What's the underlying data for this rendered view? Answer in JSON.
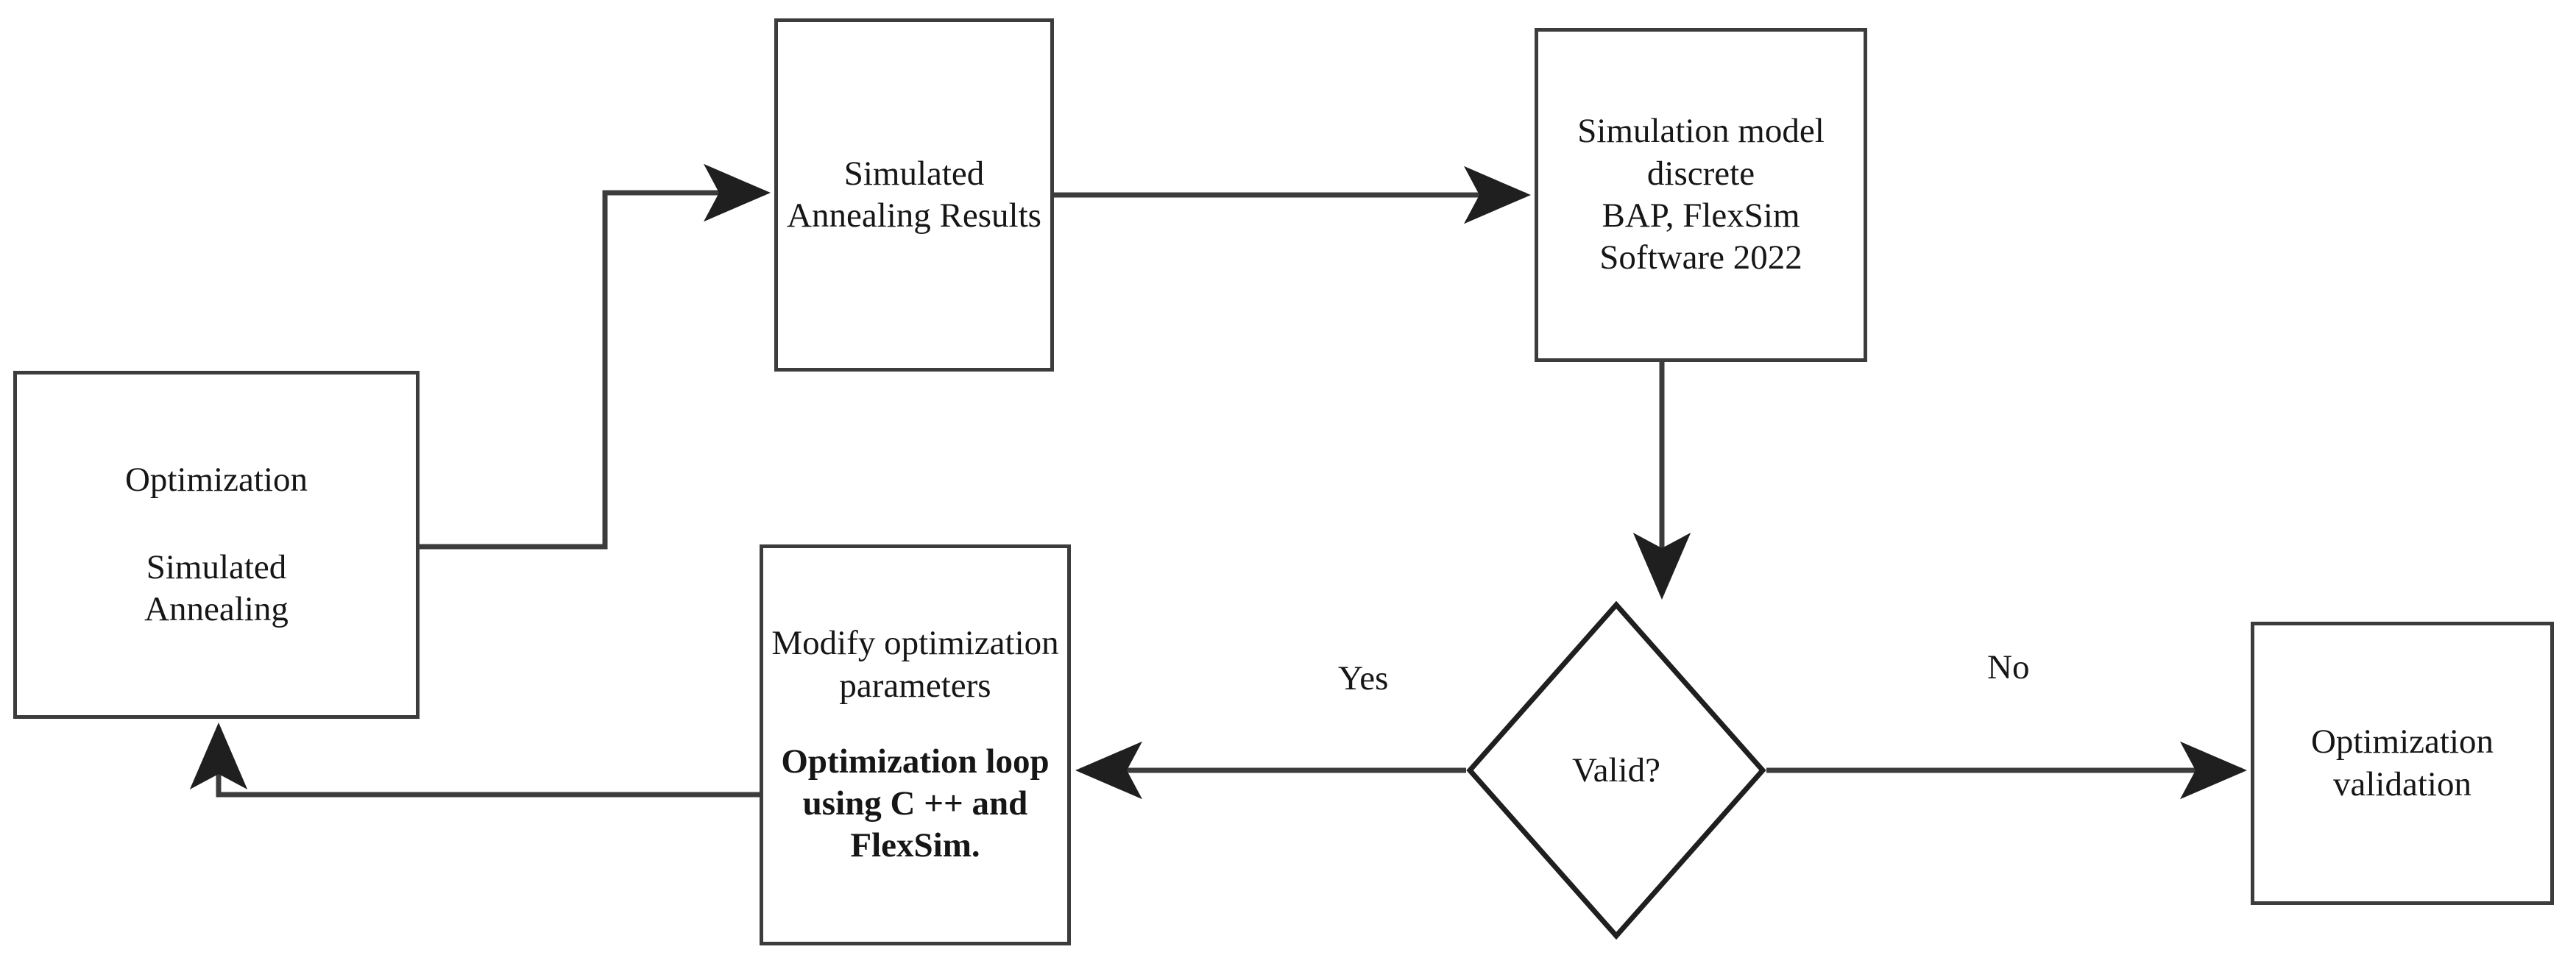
{
  "diagram": {
    "type": "flowchart",
    "title": "Optimization and simulation loop flowchart",
    "colors": {
      "node_border": "#3c3c3c",
      "node_fill": "#ffffff",
      "connector": "#3c3c3c",
      "text": "#161616"
    },
    "nodes": [
      {
        "id": "optimization",
        "shape": "rectangle",
        "line1": "Optimization",
        "line2": "Simulated\nAnnealing"
      },
      {
        "id": "sa-results",
        "shape": "rectangle",
        "text": "Simulated\nAnnealing Results"
      },
      {
        "id": "sim-model",
        "shape": "rectangle",
        "text": "Simulation model\ndiscrete\nBAP, FlexSim\nSoftware 2022"
      },
      {
        "id": "modify-params",
        "shape": "rectangle",
        "line1": "Modify optimization\nparameters",
        "line2": "Optimization loop\nusing C ++ and\nFlexSim."
      },
      {
        "id": "valid",
        "shape": "diamond",
        "text": "Valid?"
      },
      {
        "id": "opt-validation",
        "shape": "rectangle",
        "text": "Optimization\nvalidation"
      }
    ],
    "edges": [
      {
        "id": "e1",
        "from": "optimization",
        "to": "sa-results",
        "label": ""
      },
      {
        "id": "e2",
        "from": "sa-results",
        "to": "sim-model",
        "label": ""
      },
      {
        "id": "e3",
        "from": "sim-model",
        "to": "valid",
        "label": ""
      },
      {
        "id": "e4",
        "from": "valid",
        "to": "modify-params",
        "label": "Yes"
      },
      {
        "id": "e5",
        "from": "valid",
        "to": "opt-validation",
        "label": "No"
      },
      {
        "id": "e6",
        "from": "modify-params",
        "to": "optimization",
        "label": ""
      }
    ],
    "edge_labels": {
      "yes": "Yes",
      "no": "No"
    }
  }
}
